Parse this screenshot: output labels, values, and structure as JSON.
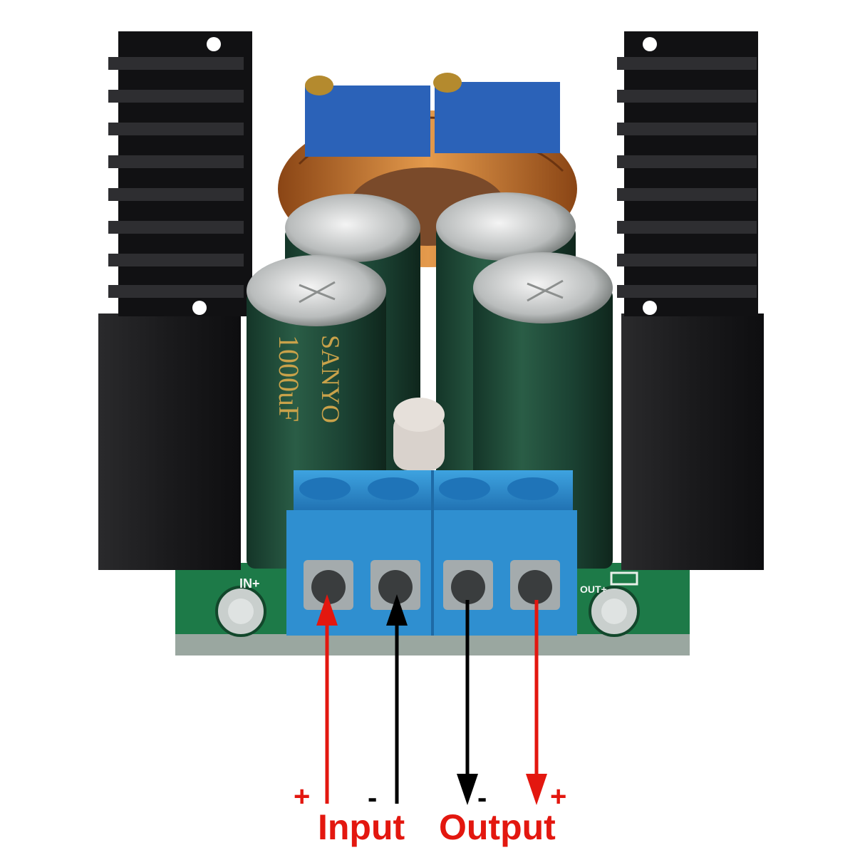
{
  "board": {
    "capacitor_brand": "SANYO",
    "capacitor_rating": "1000uF",
    "silk_input": "IN+",
    "silk_output": "OUT+"
  },
  "annotations": {
    "input_plus": "+",
    "input_minus": "-",
    "output_minus": "-",
    "output_plus": "+",
    "input_label": "Input",
    "output_label": "Output"
  },
  "colors": {
    "positive_arrow": "#e3170f",
    "negative_arrow": "#000000",
    "terminal_block": "#2f8fd0",
    "pcb": "#1d7a48",
    "heatsink": "#1c1c1e",
    "capacitor": "#1f4a37",
    "coil": "#b5652a"
  }
}
